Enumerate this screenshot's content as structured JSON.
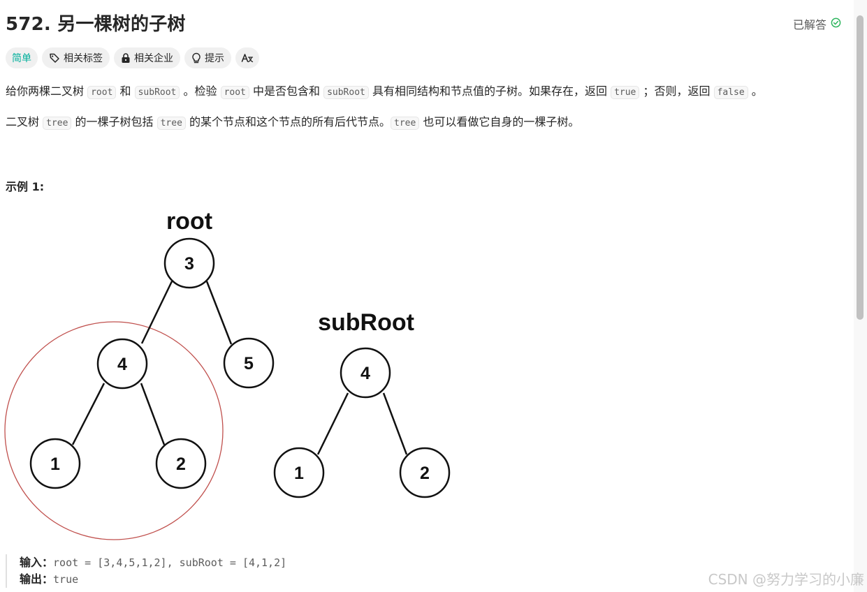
{
  "problem": {
    "title": "572. 另一棵树的子树",
    "status": "已解答"
  },
  "tags": {
    "difficulty": "简单",
    "related_tags": "相关标签",
    "related_companies": "相关企业",
    "hint": "提示"
  },
  "description": {
    "p1": [
      "给你两棵二叉树 ",
      "root",
      " 和 ",
      "subRoot",
      " 。检验 ",
      "root",
      " 中是否包含和 ",
      "subRoot",
      " 具有相同结构和节点值的子树。如果存在，返回 ",
      "true",
      " ；否则，返回 ",
      "false",
      " 。"
    ],
    "p2": [
      "二叉树 ",
      "tree",
      " 的一棵子树包括 ",
      "tree",
      " 的某个节点和这个节点的所有后代节点。",
      "tree",
      " 也可以看做它自身的一棵子树。"
    ]
  },
  "example": {
    "title": "示例 1:",
    "figure": {
      "root_label": "root",
      "subroot_label": "subRoot",
      "root_nodes": [
        "3",
        "4",
        "5",
        "1",
        "2"
      ],
      "subroot_nodes": [
        "4",
        "1",
        "2"
      ]
    },
    "input_label": "输入：",
    "input_value": "root = [3,4,5,1,2], subRoot = [4,1,2]",
    "output_label": "输出：",
    "output_value": "true"
  },
  "watermark": "CSDN @努力学习的小廉",
  "colors": {
    "easy": "#00af9b",
    "solved_check": "#2db55d",
    "highlight_circle": "#c0504d"
  }
}
